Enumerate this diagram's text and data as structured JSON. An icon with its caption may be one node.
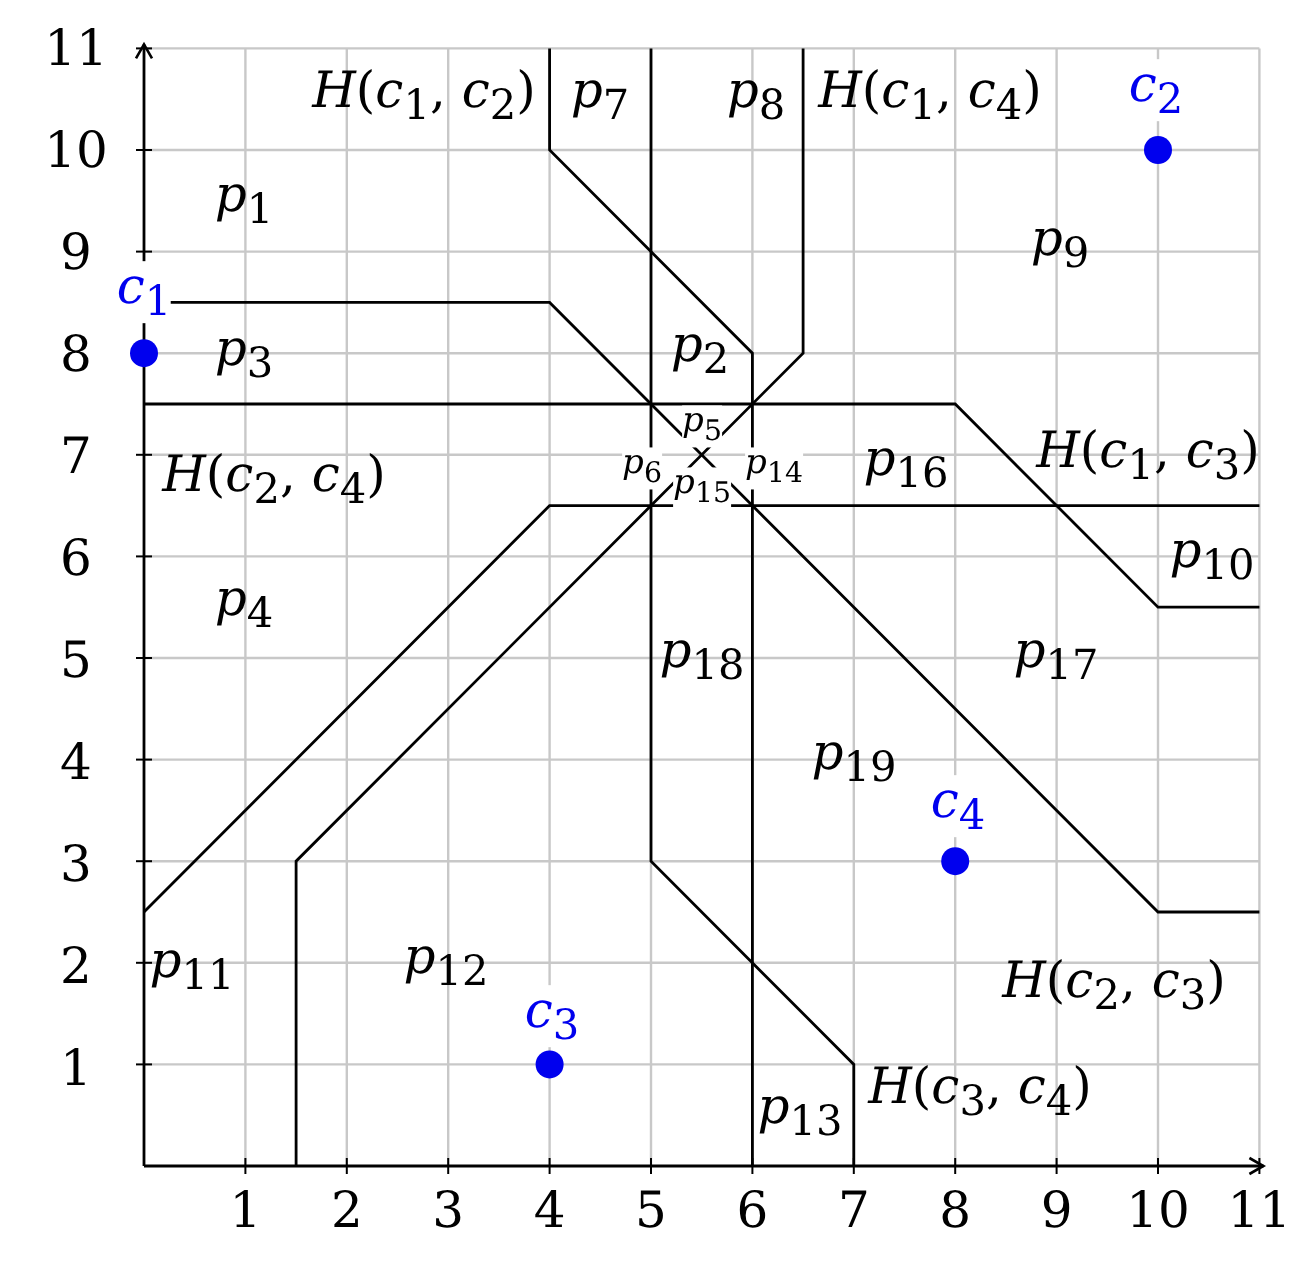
{
  "diagram": {
    "labels": [
      "11",
      "*H*(*c*$_{1}$, *c*$_{2}$)",
      "*p*$_{7}$",
      "*p*$_{8}$",
      "*H*(*c*$_{1}$, *c*$_{4}$)",
      "*c*$_{2}$",
      "10",
      "*p*$_{1}$",
      "9",
      "*p*$_{9}$",
      "*c*$_{1}$",
      "8",
      "*p*$_{3}$",
      "*p*$_{2}$",
      "7",
      "*p*$_{5}$",
      "*H*(*c*$_{2}$, *c*$_{4}$)",
      "*p*$_{6}$",
      "*p*$_{15}$",
      "*p*$_{14}$",
      "*p*$_{16}$",
      "*H*(*c*$_{1}$, *c*$_{3}$)",
      "6",
      "*p*$_{10}$",
      "*p*$_{4}$",
      "5",
      "*p*$_{18}$",
      "*p*$_{17}$",
      "4",
      "*p*$_{19}$",
      "*c*$_{4}$",
      "3",
      "2",
      "*p*$_{11}$",
      "*p*$_{12}$",
      "*H*(*c*$_{2}$, *c*$_{3}$)",
      "*c*$_{3}$",
      "1",
      "*p*$_{13}$",
      "*H*(*c*$_{3}$, *c*$_{4}$)",
      "1",
      "2",
      "3",
      "4",
      "5",
      "6",
      "7",
      "8",
      "9",
      "10",
      "11"
    ]
  }
}
